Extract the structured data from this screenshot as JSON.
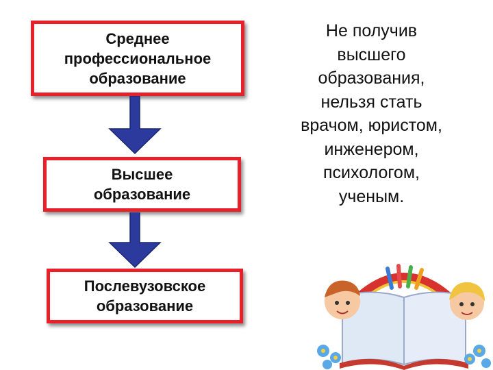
{
  "flow": {
    "steps": [
      {
        "label": "Среднее\nпрофессиональное\nобразование"
      },
      {
        "label": "Высшее\nобразование"
      },
      {
        "label": "Послевузовское\nобразование"
      }
    ],
    "arrow_color": "#2b3a9c",
    "box_border_color": "#e8202a"
  },
  "note": {
    "text": "Не получив\nвысшего\nобразования,\nнельзя стать\nврачом, юристом,\nинженером,\nпсихологом,\nученым."
  },
  "illustration": {
    "icon": "open-book-with-children-clipart"
  }
}
